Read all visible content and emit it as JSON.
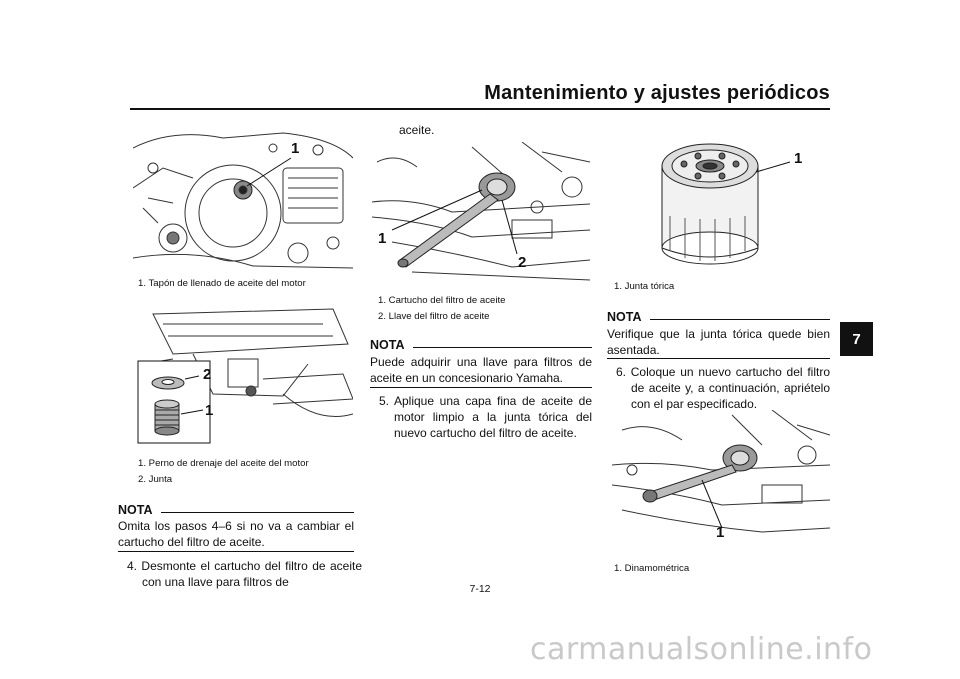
{
  "header": {
    "title": "Mantenimiento y ajustes periódicos",
    "chapter_tab": "7"
  },
  "figures": {
    "fig1": {
      "callouts": [
        "1"
      ],
      "captions": [
        "1.  Tapón de llenado de aceite del motor"
      ]
    },
    "fig2": {
      "callouts": [
        "2",
        "1"
      ],
      "captions": [
        "1.  Perno de drenaje del aceite del motor",
        "2.  Junta"
      ]
    },
    "fig3": {
      "callouts": [
        "1",
        "2"
      ],
      "captions": [
        "1.  Cartucho del filtro de aceite",
        "2.  Llave del filtro de aceite"
      ]
    },
    "fig4": {
      "callouts": [
        "1"
      ],
      "captions": [
        "1.  Junta tórica"
      ]
    },
    "fig5": {
      "callouts": [
        "1"
      ],
      "captions": [
        "1.  Dinamométrica"
      ]
    }
  },
  "col1": {
    "nota_label": "NOTA",
    "nota_text": "Omita los pasos 4–6 si no va a cambiar el cartucho del filtro de aceite.",
    "step4": "4. Desmonte el cartucho del filtro de aceite con una llave para filtros de"
  },
  "col2": {
    "continued": "aceite.",
    "nota_label": "NOTA",
    "nota_text": "Puede adquirir una llave para filtros de aceite en un concesionario Yamaha.",
    "step5": "5. Aplique una capa fina de aceite de motor limpio a la junta tórica del nuevo cartucho del filtro de aceite."
  },
  "col3": {
    "nota_label": "NOTA",
    "nota_text": "Verifique que la junta tórica quede bien asentada.",
    "step6": "6. Coloque un nuevo cartucho del filtro de aceite y, a continuación, apriételo con el par especificado."
  },
  "footer": {
    "page_number": "7-12",
    "watermark": "carmanualsonline.info"
  }
}
